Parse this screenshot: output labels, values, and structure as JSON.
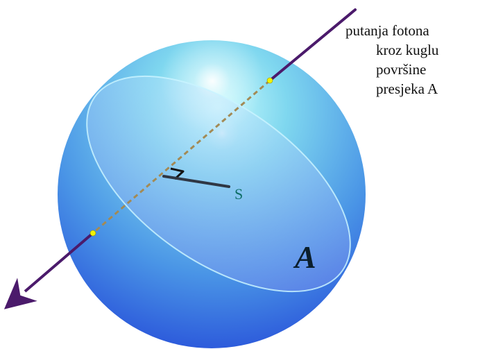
{
  "caption_lines": [
    "putanja fotona",
    "kroz kuglu",
    "površine",
    "presjeka A"
  ],
  "labels": {
    "center": "S",
    "area": "A"
  },
  "colors": {
    "sphere_light": "#bff6fb",
    "sphere_mid": "#58b4ea",
    "sphere_dark": "#1f3fd6",
    "photon_path": "#4b1a6b",
    "dashed_inside": "#a38a55",
    "entry_exit_points": "#f2f200",
    "radius_line": "#2f3744",
    "center_label": "#0e6e67",
    "area_label": "#0b1f2d"
  }
}
